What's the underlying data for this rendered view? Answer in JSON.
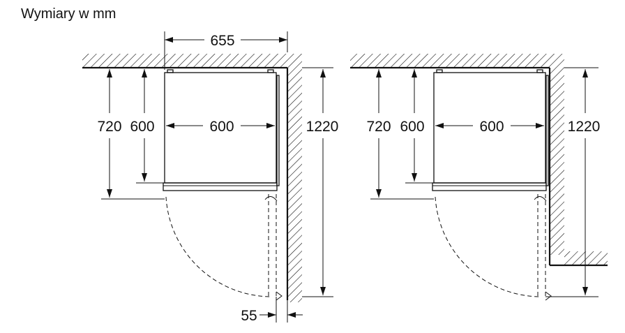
{
  "title": "Wymiary w mm",
  "left_view": {
    "width_overall": "655",
    "depth_open": "720",
    "depth_body": "600",
    "width_body": "600",
    "length_open": "1220",
    "offset": "55"
  },
  "right_view": {
    "depth_open": "720",
    "depth_body": "600",
    "width_body": "600",
    "length_open": "1220"
  }
}
